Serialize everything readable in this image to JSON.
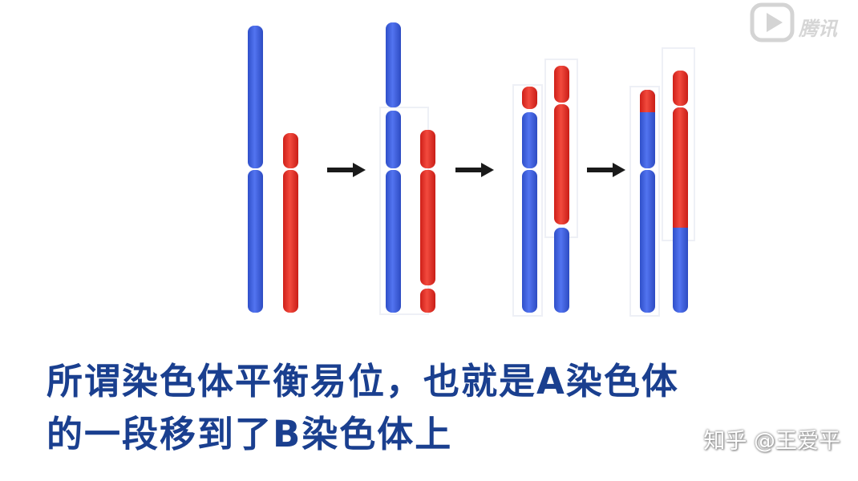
{
  "diagram": {
    "caption": {
      "line1": "所谓染色体平衡易位，也就是A染色体",
      "line2": "的一段移到了B染色体上"
    },
    "stages": [
      {
        "name": "original"
      },
      {
        "name": "breaks"
      },
      {
        "name": "segments-exchanged"
      },
      {
        "name": "reciprocal-translocation"
      }
    ],
    "colors": {
      "chromosome_a": "#3b5fd9",
      "chromosome_b": "#e32b23",
      "arrow": "#1a1a1a",
      "caption": "#1a3f8f"
    }
  },
  "credit": "知乎 @王爱平",
  "watermark": {
    "text": "腾讯",
    "icon": "video-play-icon"
  }
}
